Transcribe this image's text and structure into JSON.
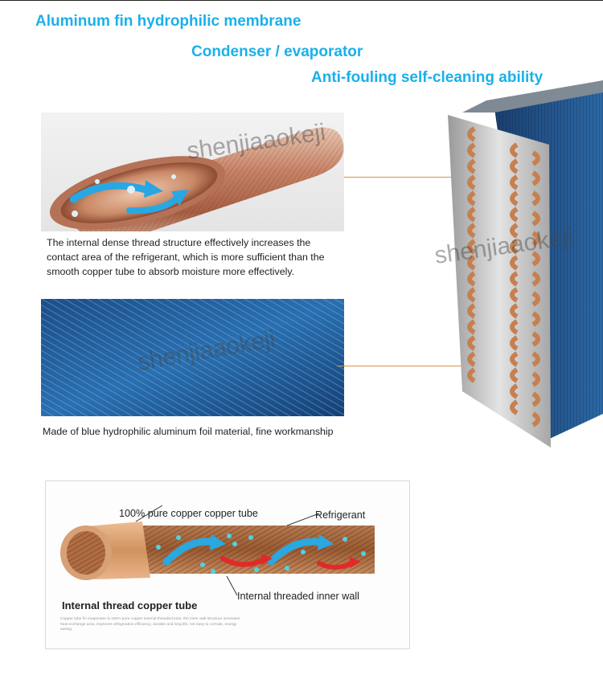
{
  "headings": {
    "line1": "Aluminum fin hydrophilic membrane",
    "line2": "Condenser / evaporator",
    "line3": "Anti-fouling self-cleaning ability"
  },
  "watermark": "shenjiaaokeji",
  "pipe_section": {
    "description": "The internal dense thread structure effectively increases the contact area of the refrigerant, which is more sufficient than the smooth copper tube to absorb moisture more effectively."
  },
  "fin_section": {
    "description": "Made of blue hydrophilic aluminum foil material, fine workmanship"
  },
  "tube_diagram": {
    "label_copper": "100% pure copper copper tube",
    "label_refrigerant": "Refrigerant",
    "label_wall": "Internal threaded inner wall",
    "title": "Internal thread copper tube",
    "fine_print": "Copper tube fin evaporator is 100% pure copper internal threaded tube, the inner wall structure increases heat exchange area, improves refrigeration efficiency, durable and long life, not easy to corrode, energy saving."
  },
  "colors": {
    "heading": "#1ab0ea",
    "leader_line": "#d9914a",
    "fin_blue": "#1f5e9c",
    "copper": "#c6804f"
  }
}
